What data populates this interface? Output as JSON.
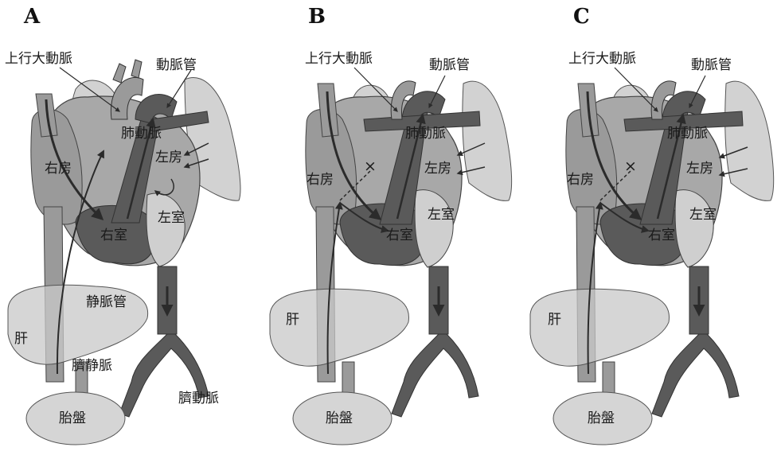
{
  "panels": [
    {
      "id": "A",
      "letter": "A",
      "labels": {
        "ascending_aorta": "上行大動脈",
        "ductus_arteriosus": "動脈管",
        "pulmonary_artery": "肺動脈",
        "right_atrium": "右房",
        "left_atrium": "左房",
        "left_ventricle": "左室",
        "right_ventricle": "右室",
        "ductus_venosus": "静脈管",
        "liver": "肝",
        "umbilical_vein": "臍静脈",
        "umbilical_artery": "臍動脈",
        "placenta": "胎盤"
      }
    },
    {
      "id": "B",
      "letter": "B",
      "labels": {
        "ascending_aorta": "上行大動脈",
        "ductus_arteriosus": "動脈管",
        "pulmonary_artery": "肺動脈",
        "right_atrium": "右房",
        "left_atrium": "左房",
        "left_ventricle": "左室",
        "right_ventricle": "右室",
        "liver": "肝",
        "placenta": "胎盤",
        "blocked_mark": "×"
      }
    },
    {
      "id": "C",
      "letter": "C",
      "labels": {
        "ascending_aorta": "上行大動脈",
        "ductus_arteriosus": "動脈管",
        "pulmonary_artery": "肺動脈",
        "right_atrium": "右房",
        "left_atrium": "左房",
        "left_ventricle": "左室",
        "right_ventricle": "右室",
        "liver": "肝",
        "placenta": "胎盤",
        "blocked_mark": "×"
      }
    }
  ],
  "colors": {
    "light_tissue": "#d2d2d2",
    "medium_vessel": "#9a9a9a",
    "dark_vessel": "#5a5a5a",
    "arrow": "#2b2b2b"
  }
}
